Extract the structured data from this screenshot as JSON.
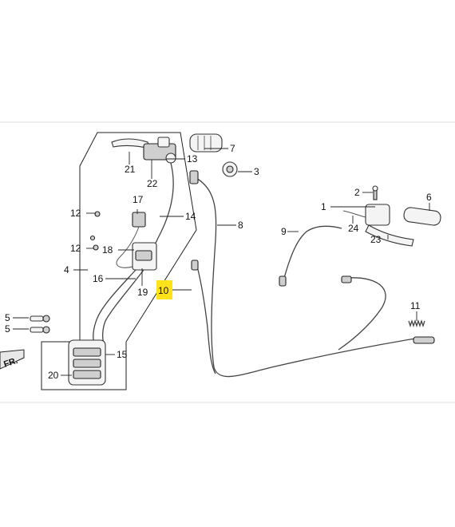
{
  "callouts": {
    "c1": "1",
    "c2": "2",
    "c3": "3",
    "c4": "4",
    "c5a": "5",
    "c5b": "5",
    "c6": "6",
    "c7": "7",
    "c8": "8",
    "c9": "9",
    "c10": "10",
    "c11": "11",
    "c12a": "12",
    "c12b": "12",
    "c13": "13",
    "c14": "14",
    "c15": "15",
    "c16": "16",
    "c17": "17",
    "c18": "18",
    "c19": "19",
    "c20": "20",
    "c21": "21",
    "c22": "22",
    "c23": "23",
    "c24": "24"
  },
  "direction_marker": "FR.",
  "highlighted_callout": "10",
  "colors": {
    "highlight": "#ffe21a",
    "line": "#222222",
    "frame": "#dddddd"
  }
}
